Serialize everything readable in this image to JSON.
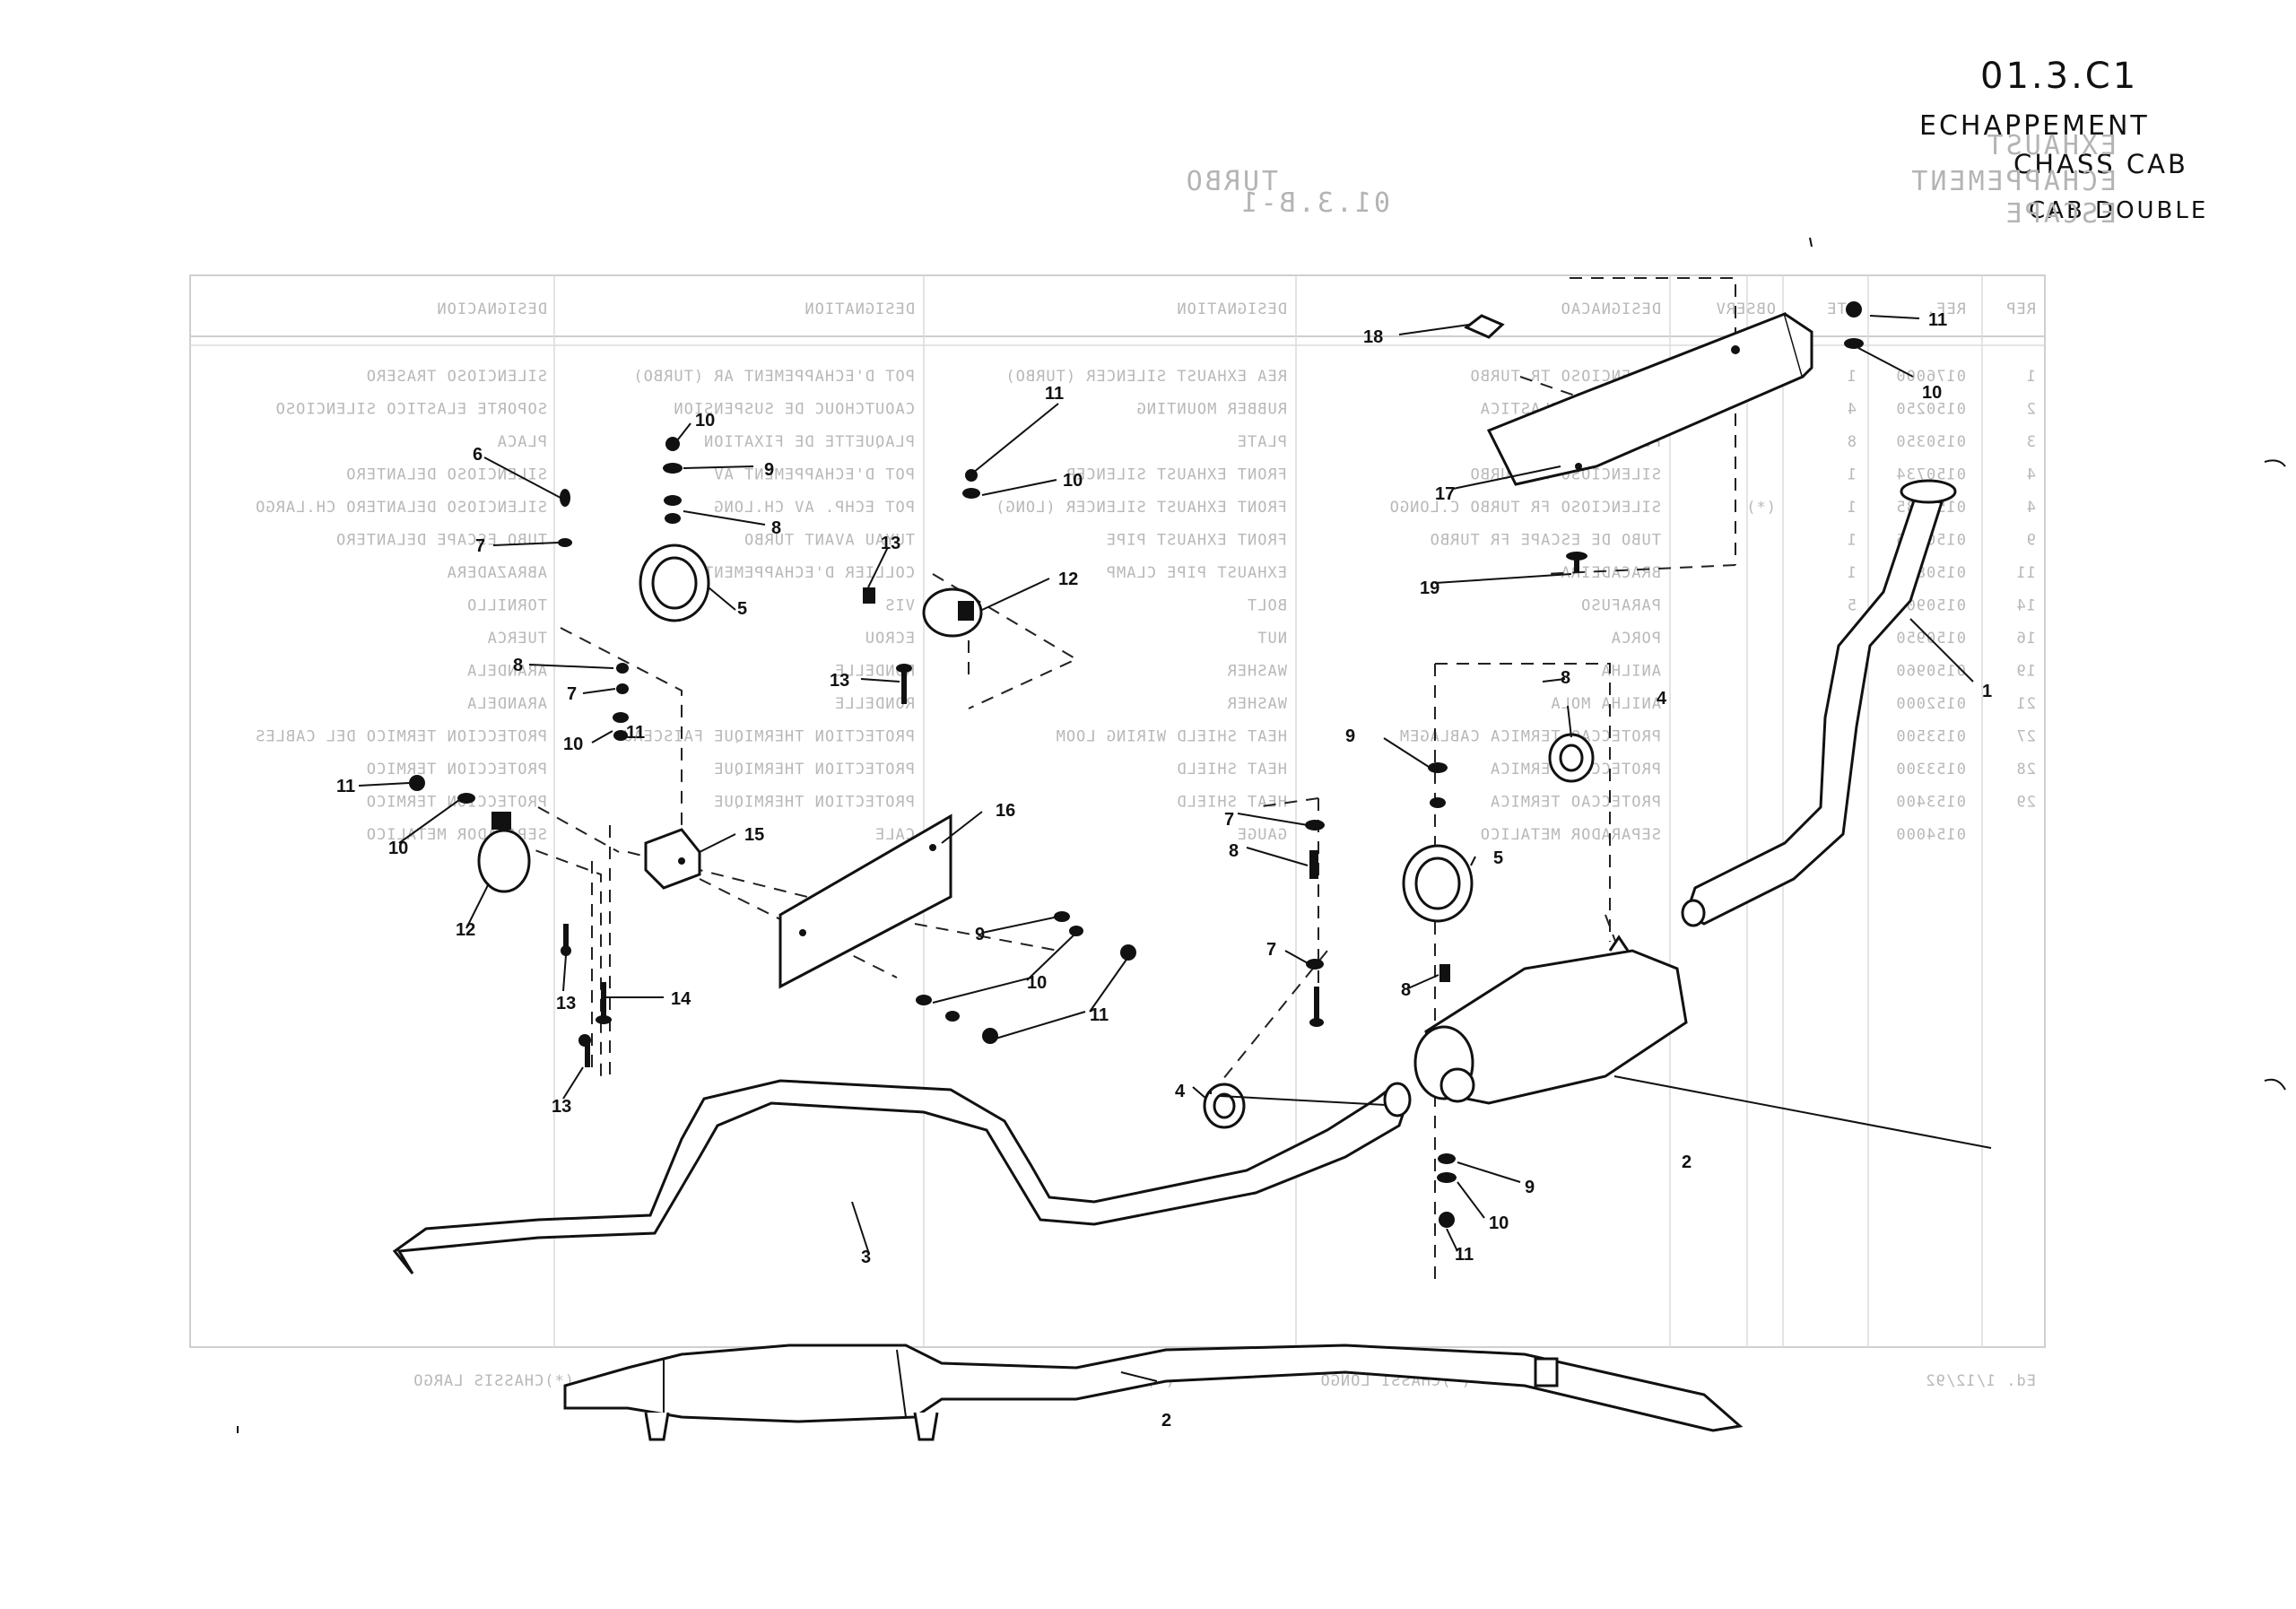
{
  "header": {
    "section_code": "01.3.C1",
    "line1": "ECHAPPEMENT",
    "line2": "CHASS CAB",
    "line3": "CAB DOUBLE"
  },
  "bleed_through": {
    "page_code": "01.3.B-1",
    "title": "TURBO",
    "heading_lines": [
      "EXHAUST",
      "ECHAPPEMENT",
      "ESCAPE"
    ],
    "columns": [
      "REP",
      "REF.",
      "QTE",
      "OBSERV",
      "DESIGNACAO",
      "DESIGNATION",
      "DESIGNATION",
      "DESIGNACION"
    ],
    "rows": [
      [
        "1",
        "0176000",
        "1",
        "",
        "SILENCIOSO TR TURBO",
        "REA EXHAUST SILENCER (TURBO)",
        "POT D'ECHAPPEMENT AR (TURBO)",
        "SILENCIOSO TRASERO"
      ],
      [
        "2",
        "0150250",
        "4",
        "",
        "SUSPENSAO ELASTICA",
        "RUBBER MOUNTING",
        "CAOUTCHOUC DE SUSPENSION",
        "SOPORTE ELASTICO SILENCIOSO"
      ],
      [
        "3",
        "0150350",
        "8",
        "",
        "PLACA FINAL",
        "PLATE",
        "PLAQUETTE DE FIXATION",
        "PLACA"
      ],
      [
        "4",
        "0150734",
        "1",
        "",
        "SILENCIOSO FR TURBO",
        "FRONT EXHAUST SILENCER",
        "POT D'ECHAPPEMENT AV",
        "SILENCIOSO DELANTERO"
      ],
      [
        "4",
        "0150735",
        "1",
        "(*)",
        "SILENCIOSO FR TURBO C.LONGO",
        "FRONT EXHAUST SILENCER (LONG)",
        "POT ECHP. AV CH.LONG",
        "SILENCIOSO DELANTERO CH.LARGO"
      ],
      [
        "9",
        "0150736",
        "1",
        "",
        "TUBO DE ESCAPE FR TURBO",
        "FRONT EXHAUST PIPE",
        "TUYAU AVANT TURBO",
        "TUBO ESCAPE DELANTERO"
      ],
      [
        "11",
        "0150800",
        "1",
        "",
        "BRACADEIRA",
        "EXHAUST PIPE CLAMP",
        "COLLIER D'ECHAPPEMENT",
        "ABRAZADERA"
      ],
      [
        "14",
        "0150900",
        "5",
        "",
        "PARAFUSO",
        "BOLT",
        "VIS",
        "TORNILLO"
      ],
      [
        "16",
        "0150950",
        "9",
        "",
        "PORCA",
        "NUT",
        "ECROU",
        "TUERCA"
      ],
      [
        "19",
        "0150960",
        "",
        "",
        "ANILHA",
        "WASHER",
        "RONDELLE",
        "ARANDELA"
      ],
      [
        "21",
        "0152000",
        "",
        "",
        "ANILHA MOLA",
        "WASHER",
        "RONDELLE",
        "ARANDELA"
      ],
      [
        "27",
        "0153500",
        "",
        "",
        "PROTECCAO TERMICA CABLAGEM",
        "HEAT SHIELD WIRING LOOM",
        "PROTECTION THERMIQUE FAISCEAU",
        "PROTECCION TERMICO DEL CABLES"
      ],
      [
        "28",
        "0153300",
        "",
        "",
        "PROTECCAO TERMICA",
        "HEAT SHIELD",
        "PROTECTION THERMIQUE",
        "PROTECCION TERMICO"
      ],
      [
        "29",
        "0153400",
        "",
        "",
        "PROTECCAO TERMICA",
        "HEAT SHIELD",
        "PROTECTION THERMIQUE",
        "PROTECCION TERMICO"
      ],
      [
        "",
        "0154000",
        "",
        "",
        "SEPARADOR METALICO",
        "GAUGE",
        "CALE",
        "SEPARADOR METALICO"
      ]
    ],
    "footer": [
      "Ed. 1/12/92",
      "(*)CHASSI LONGO",
      "(*)CHASS.LONG",
      "(*)CHASSIS LARGO"
    ]
  },
  "callouts": {
    "c1": "1",
    "c2": "2",
    "c3": "3",
    "c4": "4",
    "c5": "5",
    "c6": "6",
    "c7": "7",
    "c8": "8",
    "c9": "9",
    "c10": "10",
    "c11": "11",
    "c12": "12",
    "c13": "13",
    "c14": "14",
    "c15": "15",
    "c16": "16",
    "c17": "17",
    "c18": "18",
    "c19": "19"
  },
  "colors": {
    "ink": "#111111",
    "bleed": "#b8b8b8",
    "paper": "#ffffff"
  }
}
